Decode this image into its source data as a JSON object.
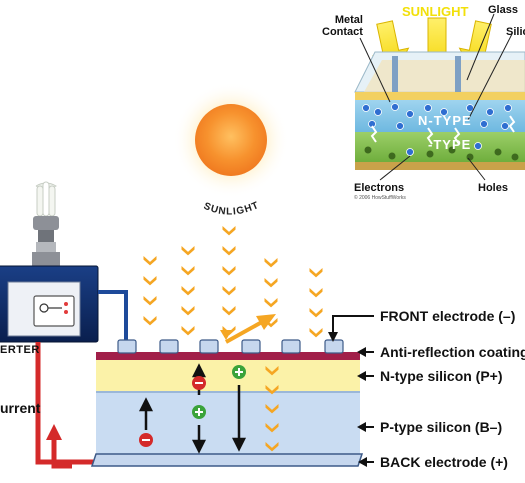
{
  "inset": {
    "sunlight": "SUNLIGHT",
    "glass": "Glass",
    "silicon": "Silic",
    "metal_contact": "Metal\nContact",
    "n_type": "N-TYPE",
    "p_type": "-TYPE",
    "electrons": "Electrons",
    "holes": "Holes",
    "credit": "© 2006 HowStuffWorks"
  },
  "main": {
    "sunlight": "SUNLIGHT",
    "inverter": "ERTER",
    "current": "urrent",
    "layers": {
      "front_electrode": "FRONT electrode (–)",
      "anti_reflection": "Anti-reflection coating",
      "n_type": "N-type silicon (P+)",
      "p_type": "P-type silicon (B–)",
      "back_electrode": "BACK electrode (+)"
    }
  },
  "colors": {
    "sun": "#f7922e",
    "n_type_layer": "#fbf2a8",
    "p_type_layer": "#c9dcf2",
    "wire": "#d42a2a",
    "front_wire": "#1e4a9a",
    "arrow": "#f5a623",
    "electrode": "#c6d7ee",
    "ar_coating": "#a11f49",
    "inverter": "#0f2d6b"
  }
}
